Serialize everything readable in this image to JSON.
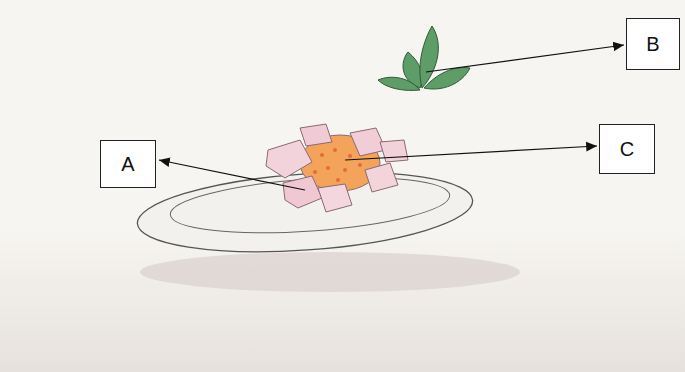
{
  "diagram": {
    "nodes": [
      {
        "text": [
          "B"
        ]
      },
      {
        "text": [
          "C"
        ]
      },
      {
        "text": [
          "A"
        ]
      }
    ]
  }
}
